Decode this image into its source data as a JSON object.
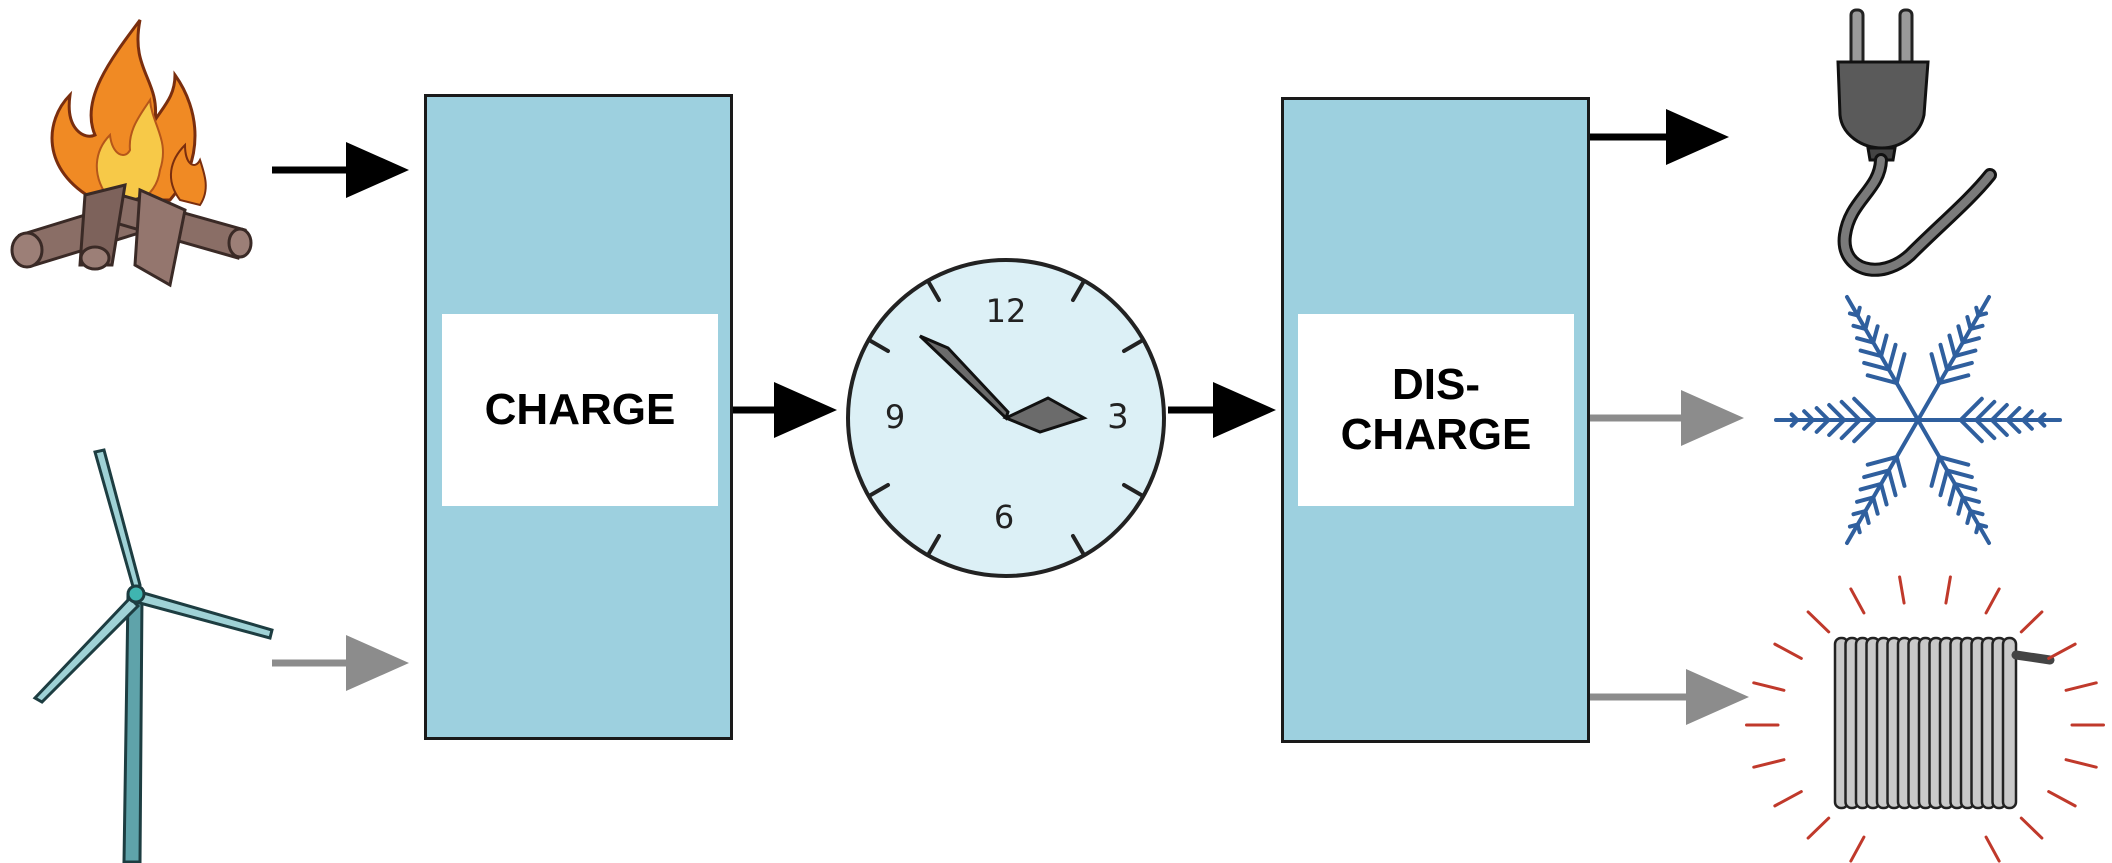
{
  "charge_block": {
    "label": "CHARGE"
  },
  "discharge_block": {
    "label_line1": "DIS-",
    "label_line2": "CHARGE"
  },
  "clock": {
    "numerals": [
      "12",
      "3",
      "6",
      "9"
    ]
  },
  "inputs": [
    {
      "icon": "fire-icon",
      "arrow_color": "#000000"
    },
    {
      "icon": "wind-turbine-icon",
      "arrow_color": "#8c8c8c"
    }
  ],
  "outputs": [
    {
      "icon": "plug-icon",
      "arrow_color": "#000000"
    },
    {
      "icon": "snowflake-icon",
      "arrow_color": "#8c8c8c"
    },
    {
      "icon": "radiator-icon",
      "arrow_color": "#8c8c8c"
    }
  ],
  "colors": {
    "block_fill": "#9dd0df",
    "clock_face": "#dcf0f6",
    "primary_arrow": "#000000",
    "secondary_arrow": "#8c8c8c",
    "snowflake": "#2f5f9e",
    "heat_rays": "#c0392b",
    "flame_orange": "#f08a24",
    "flame_yellow": "#f7c948",
    "wood": "#8a6e66"
  }
}
